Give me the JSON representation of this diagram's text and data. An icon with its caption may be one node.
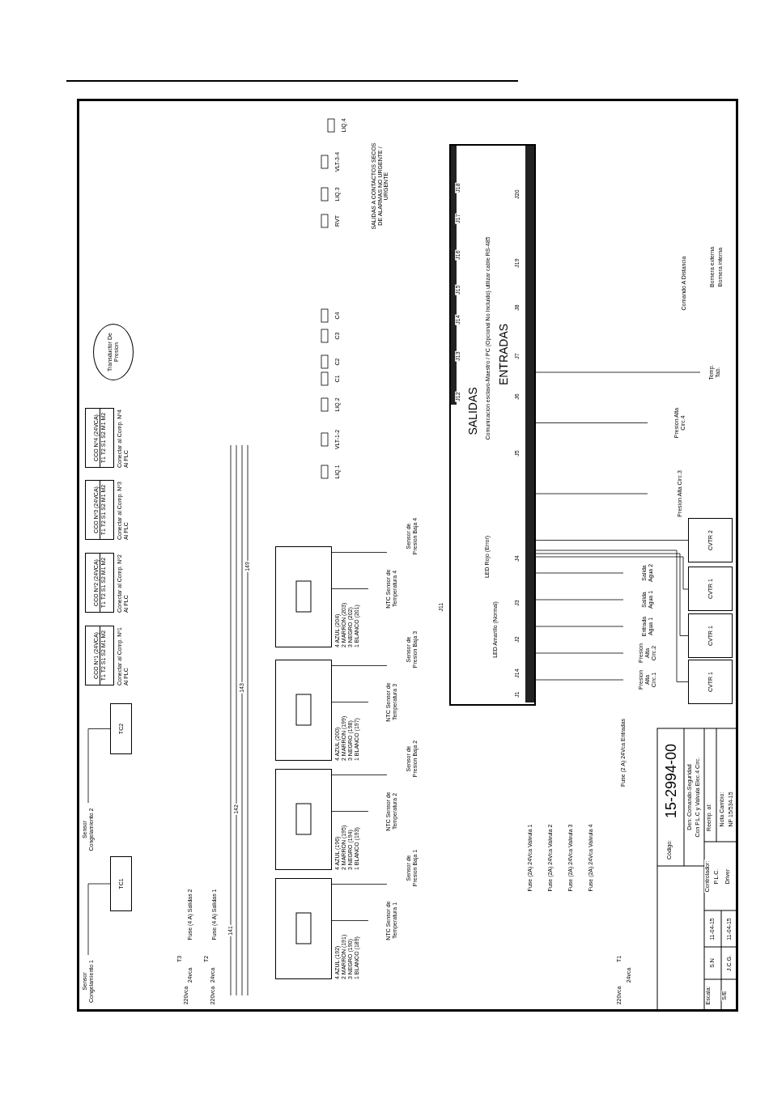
{
  "diagram": {
    "nodes": [
      {
        "text": [
          "SALIDAS",
          "ENTRADAS",
          "Comunicacion esclavo-Maestro / PC (Opcional No Incluido) utilizar cable RS-485",
          "LED Rojo (Error)",
          "LED Amarillo (Normal)"
        ]
      },
      {
        "text": [],
        "shape": "box",
        "beside": [
          "4 AZUL (192)",
          "2 MARRON (191)",
          "3 NEGRO (190)",
          "1 BLANCO (189)"
        ]
      },
      {
        "text": [],
        "shape": "box",
        "beside": [
          "4 AZUL (196)",
          "2 MARRON (195)",
          "3 NEGRO (194)",
          "1 BLANCO (193)"
        ]
      },
      {
        "text": [],
        "shape": "box",
        "beside": [
          "4 AZUL (200)",
          "2 MARRON (199)",
          "3 NEGRO (198)",
          "1 BLANCO (197)"
        ]
      },
      {
        "text": [],
        "shape": "box",
        "beside": [
          "4 AZUL (204)",
          "2 MARRON (203)",
          "3 NEGRO (202)",
          "1 BLANCO (201)"
        ]
      },
      {
        "text": [
          "NTC Sensor de Temperatura 1"
        ]
      },
      {
        "text": [
          "NTC Sensor de Temperatura 2"
        ]
      },
      {
        "text": [
          "NTC Sensor de Temperatura 3"
        ]
      },
      {
        "text": [
          "NTC Sensor de Temperatura 4"
        ]
      },
      {
        "text": [
          "Sensor de Presion Baja 1"
        ]
      },
      {
        "text": [
          "Sensor de Presion Baja 2"
        ]
      },
      {
        "text": [
          "Sensor de Presion Baja 3"
        ]
      },
      {
        "text": [
          "Sensor de Presion Baja 4"
        ]
      },
      {
        "text": [
          "CCO Nº1 (24VCA)",
          "T1 T2 S1 S2 M1 M2"
        ],
        "beside": [
          "Conectar al Comp. Nº1",
          "Al PLC"
        ]
      },
      {
        "text": [
          "CCO Nº2 (24VCA)",
          "T1 T2 S1 S2 M1 M2"
        ],
        "beside": [
          "Conectar al Comp. Nº2",
          "Al PLC"
        ]
      },
      {
        "text": [
          "CCO Nº3 (24VCA)",
          "T1 T2 S1 S2 M1 M2"
        ],
        "beside": [
          "Conectar al Comp. Nº3",
          "Al PLC"
        ]
      },
      {
        "text": [
          "CCO Nº4 (24VCA)",
          "T1 T2 S1 S2 M1 M2"
        ],
        "beside": [
          "Conectar al Comp. Nº4",
          "Al PLC"
        ]
      },
      {
        "text": [
          "TC1"
        ]
      },
      {
        "text": [
          "TC2"
        ]
      },
      {
        "text": [
          "Sensor Congelamiento 1"
        ]
      },
      {
        "text": [
          "Sensor Congelamiento 2"
        ]
      },
      {
        "text": [
          "CVTR 2"
        ]
      },
      {
        "text": [
          "CVTR 1"
        ]
      },
      {
        "text": [
          "CVTR 1"
        ]
      },
      {
        "text": [
          "CVTR 1"
        ]
      },
      {
        "text": [
          "Presion Alta Circ.1"
        ]
      },
      {
        "text": [
          "Presion Alta Circ.2"
        ]
      },
      {
        "text": [
          "Entrada Agua 1"
        ]
      },
      {
        "text": [
          "Salida Agua 1"
        ]
      },
      {
        "text": [
          "Salida Agua 2"
        ]
      },
      {
        "text": [
          "Presion Alta Circ.3"
        ]
      },
      {
        "text": [
          "Presion Alta Circ.4"
        ]
      },
      {
        "text": [
          "Temp. Tab."
        ]
      },
      {
        "text": [
          "Transductor De Presion"
        ]
      }
    ],
    "edges": [
      {
        "from": 1,
        "to": 5,
        "arrow": "none"
      },
      {
        "from": 2,
        "to": 6,
        "arrow": "none"
      },
      {
        "from": 3,
        "to": 7,
        "arrow": "none"
      },
      {
        "from": 4,
        "to": 8,
        "arrow": "none"
      },
      {
        "from": 1,
        "to": 9,
        "arrow": "none"
      },
      {
        "from": 2,
        "to": 10,
        "arrow": "none"
      },
      {
        "from": 3,
        "to": 11,
        "arrow": "none"
      },
      {
        "from": 4,
        "to": 12,
        "arrow": "none"
      },
      {
        "from": 17,
        "to": 19,
        "arrow": "none"
      },
      {
        "from": 18,
        "to": 20,
        "arrow": "none"
      },
      {
        "from": 21,
        "to": 0,
        "arrow": "none"
      },
      {
        "from": 22,
        "to": 0,
        "arrow": "none"
      },
      {
        "from": 23,
        "to": 0,
        "arrow": "none"
      },
      {
        "from": 24,
        "to": 0,
        "arrow": "none"
      },
      {
        "from": 25,
        "to": 0,
        "arrow": "none"
      },
      {
        "from": 26,
        "to": 0,
        "arrow": "none"
      },
      {
        "from": 27,
        "to": 0,
        "arrow": "none"
      },
      {
        "from": 28,
        "to": 0,
        "arrow": "none"
      },
      {
        "from": 29,
        "to": 0,
        "arrow": "none"
      },
      {
        "from": 30,
        "to": 0,
        "arrow": "none"
      },
      {
        "from": 31,
        "to": 0,
        "arrow": "none"
      },
      {
        "from": 32,
        "to": 0,
        "arrow": "none"
      }
    ],
    "labels": [
      "J12",
      "J13",
      "J14",
      "J15",
      "J16",
      "J17",
      "J18",
      "J1",
      "J14",
      "J2",
      "J3",
      "J4",
      "J5",
      "J6",
      "J7",
      "J8",
      "J19",
      "J20",
      "J11",
      "LIQ.4",
      "VLT-3-4",
      "LIQ.3",
      "RVT",
      "C4",
      "C3",
      "C2",
      "C1",
      "LIQ.2",
      "VLT-1-2",
      "LIQ.1",
      "SALIDAS A CONTACTOS SECOS DE ALARMAS NO URGENTE / URGENTE",
      "Comando A Distancia",
      "Bornera externa",
      "Bornera interna",
      "Fuse (2 A) 24Vca Entradas",
      "Fuse (2A) 24Vca Valvula 1",
      "Fuse (2A) 24Vca Valvula 2",
      "Fuse (2A) 24Vca Valvula 3",
      "Fuse (2A) 24Vca Valvula 4",
      "T3",
      "T2",
      "220vca",
      "220vca",
      "24vca",
      "24vca",
      "Fuse (4 A) Salidas 2",
      "Fuse (4 A) Salidas 1",
      "T1",
      "220vca",
      "24vca",
      "141",
      "142",
      "143",
      "149",
      "Escala:",
      "S/E",
      "S.N",
      "J.C.G.",
      "11-04-15",
      "11-04-15",
      "Código:",
      "15-2994-00",
      "Den: Comando-Seguridad",
      "Con P.L.C y Valvula Elec.4 Circ.",
      "Controlador:",
      "P.L.C.",
      "Driver",
      "Reemp. al:",
      "Nota Cambio:",
      "NP 15/534-15"
    ]
  }
}
